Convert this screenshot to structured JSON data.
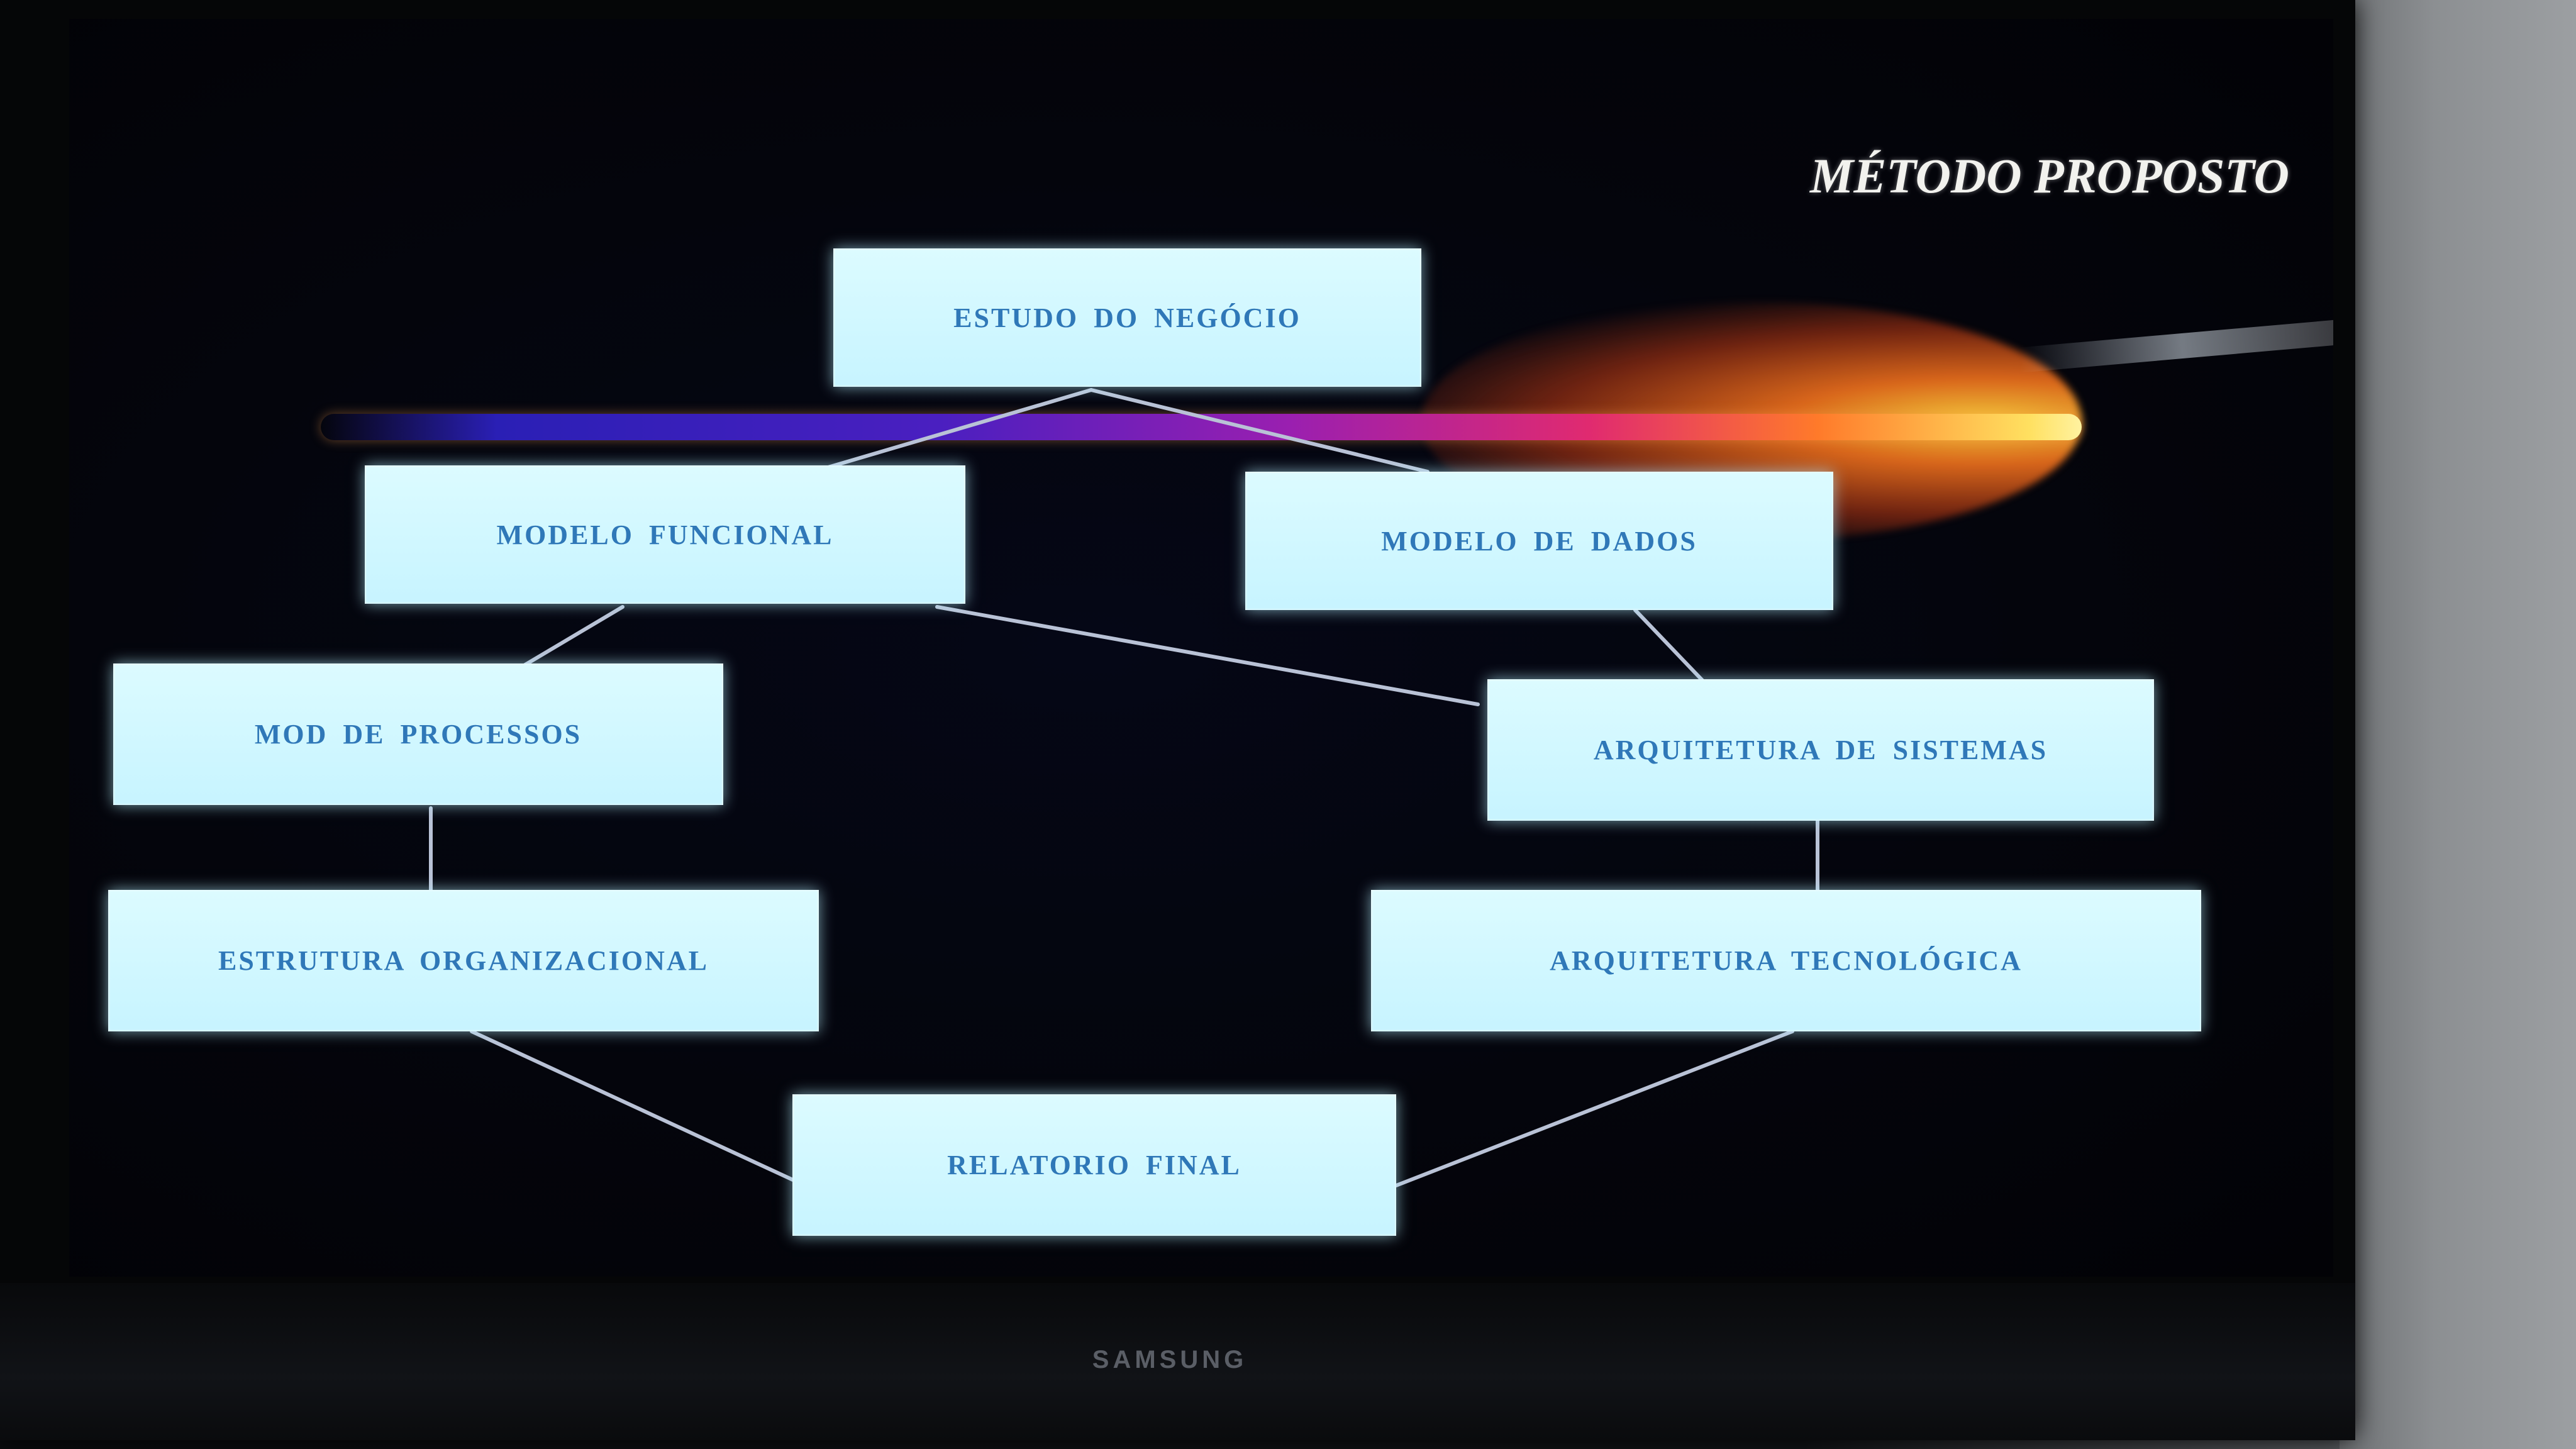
{
  "slide": {
    "title": "MÉTODO PROPOSTO"
  },
  "tv": {
    "brand": "SAMSUNG"
  },
  "diagram": {
    "nodes": {
      "estudo": "ESTUDO  DO  NEGÓCIO",
      "funcional": "MODELO   FUNCIONAL",
      "dados": "MODELO  DE  DADOS",
      "processos": "MOD DE  PROCESSOS",
      "arq_sistemas": "ARQUITETURA  DE  SISTEMAS",
      "estrutura": "ESTRUTURA ORGANIZACIONAL",
      "arq_tecnologica": "ARQUITETURA   TECNOLÓGICA",
      "relatorio": "RELATORIO  FINAL"
    }
  },
  "colors": {
    "node_fill": "#d2f7ff",
    "node_text": "#2f78b8",
    "connector": "#b9c2d6",
    "screen_bg": "#04050c"
  }
}
